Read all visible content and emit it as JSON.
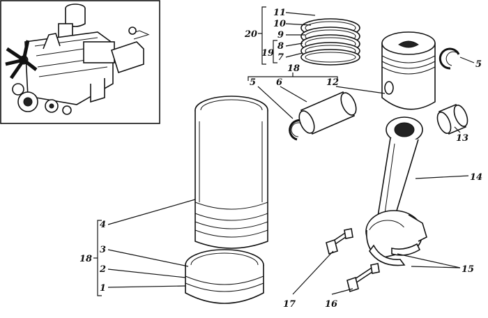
{
  "labels": {
    "l1": "1",
    "l2": "2",
    "l3": "3",
    "l4": "4",
    "l5a": "5",
    "l5b": "5",
    "l6": "6",
    "l7": "7",
    "l8": "8",
    "l9": "9",
    "l10": "10",
    "l11": "11",
    "l12": "12",
    "l13": "13",
    "l14": "14",
    "l15": "15",
    "l16": "16",
    "l17": "17",
    "l18a": "18",
    "l18b": "18",
    "l19": "19",
    "l20": "20"
  }
}
